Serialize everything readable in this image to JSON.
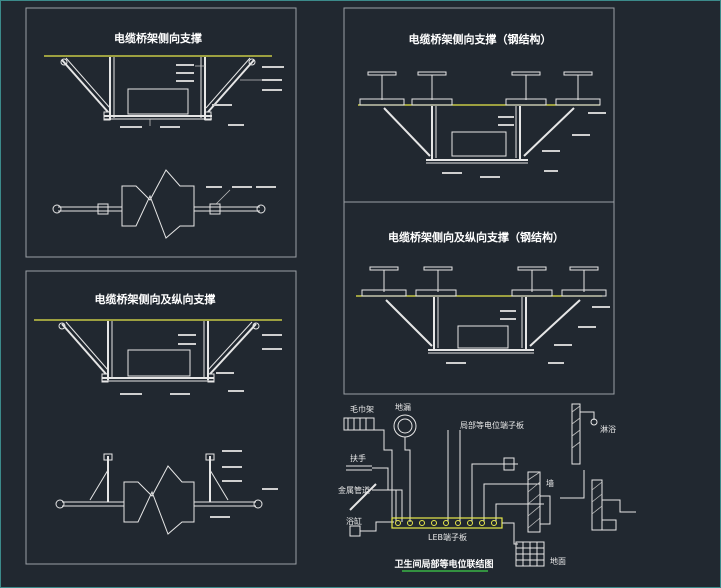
{
  "titles": {
    "tl": "电缆桥架侧向支撑",
    "tr": "电缆桥架侧向支撑（钢结构）",
    "ml": "电缆桥架侧向及纵向支撑",
    "mr": "电缆桥架侧向及纵向支撑（钢结构）",
    "br": "卫生间局部等电位联结图"
  },
  "bathroom_labels": {
    "towel_rack": "毛巾架",
    "floor_drain": "地漏",
    "metal_pipe": "金属管道",
    "handrail": "扶手",
    "bathtub": "浴缸",
    "shower": "淋浴",
    "equipotential_box": "局部等电位端子板",
    "ldz": "LEB端子板",
    "wall": "墙",
    "floor": "地面"
  },
  "colors": {
    "background": "#212830",
    "line": "#e6e6e6",
    "level_line": "#e8e84a",
    "frame": "#9aa0a6"
  }
}
